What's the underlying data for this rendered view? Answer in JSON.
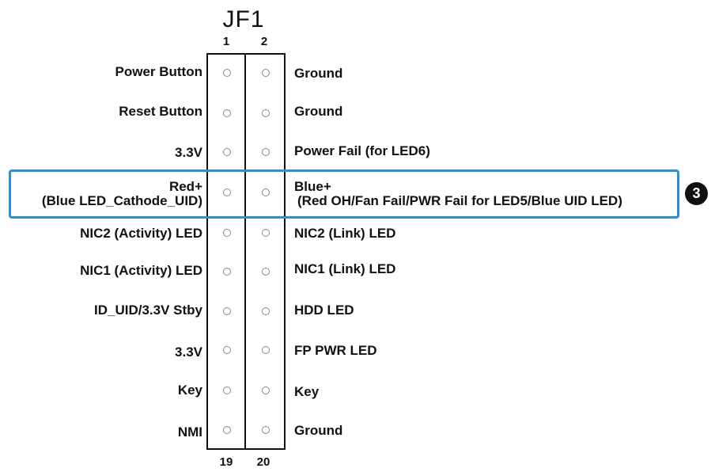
{
  "header": {
    "title": "JF1",
    "top_pins": [
      "1",
      "2"
    ],
    "bottom_pins": [
      "19",
      "20"
    ]
  },
  "rows": [
    {
      "left": "Power Button",
      "right": "Ground"
    },
    {
      "left": "Reset Button",
      "right": "Ground"
    },
    {
      "left": "3.3V",
      "right": "Power Fail (for LED6)"
    },
    {
      "left": "Red+",
      "left2": "(Blue LED_Cathode_UID)",
      "right": "Blue+",
      "right2": "(Red OH/Fan Fail/PWR Fail for LED5/Blue UID LED)"
    },
    {
      "left": "NIC2 (Activity) LED",
      "right": "NIC2 (Link) LED"
    },
    {
      "left": "NIC1 (Activity) LED",
      "right": "NIC1 (Link) LED"
    },
    {
      "left": "ID_UID/3.3V Stby",
      "right": "HDD LED"
    },
    {
      "left": "3.3V",
      "right": "FP PWR LED"
    },
    {
      "left": "Key",
      "right": "Key"
    },
    {
      "left": "NMI",
      "right": "Ground"
    }
  ],
  "callout": {
    "number": "3"
  },
  "colors": {
    "highlight": "#2b8fd0",
    "lines": "#111111"
  }
}
